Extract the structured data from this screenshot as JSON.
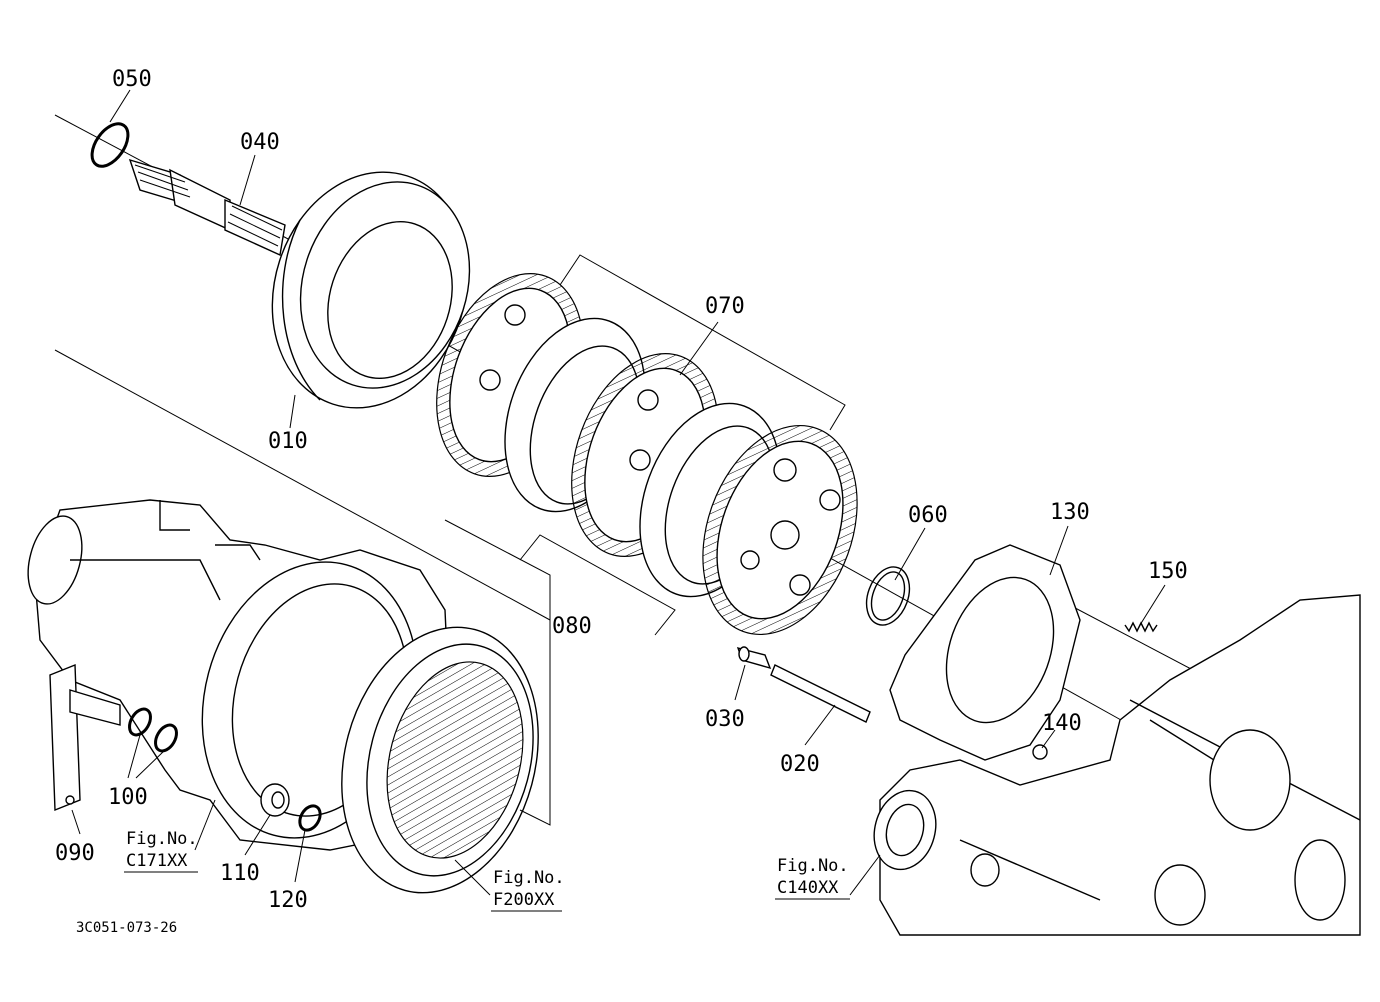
{
  "parts": [
    {
      "id": "p050",
      "label": "050"
    },
    {
      "id": "p040",
      "label": "040"
    },
    {
      "id": "p070",
      "label": "070"
    },
    {
      "id": "p010",
      "label": "010"
    },
    {
      "id": "p060",
      "label": "060"
    },
    {
      "id": "p130",
      "label": "130"
    },
    {
      "id": "p150",
      "label": "150"
    },
    {
      "id": "p080",
      "label": "080"
    },
    {
      "id": "p030",
      "label": "030"
    },
    {
      "id": "p020",
      "label": "020"
    },
    {
      "id": "p140",
      "label": "140"
    },
    {
      "id": "p100",
      "label": "100"
    },
    {
      "id": "p090",
      "label": "090"
    },
    {
      "id": "p110",
      "label": "110"
    },
    {
      "id": "p120",
      "label": "120"
    }
  ],
  "figure_refs": [
    {
      "id": "c171",
      "line1": "Fig.No.",
      "line2": "C171XX"
    },
    {
      "id": "f200",
      "line1": "Fig.No.",
      "line2": "F200XX"
    },
    {
      "id": "c140",
      "line1": "Fig.No.",
      "line2": "C140XX"
    }
  ],
  "drawing_code": "3C051-073-26"
}
